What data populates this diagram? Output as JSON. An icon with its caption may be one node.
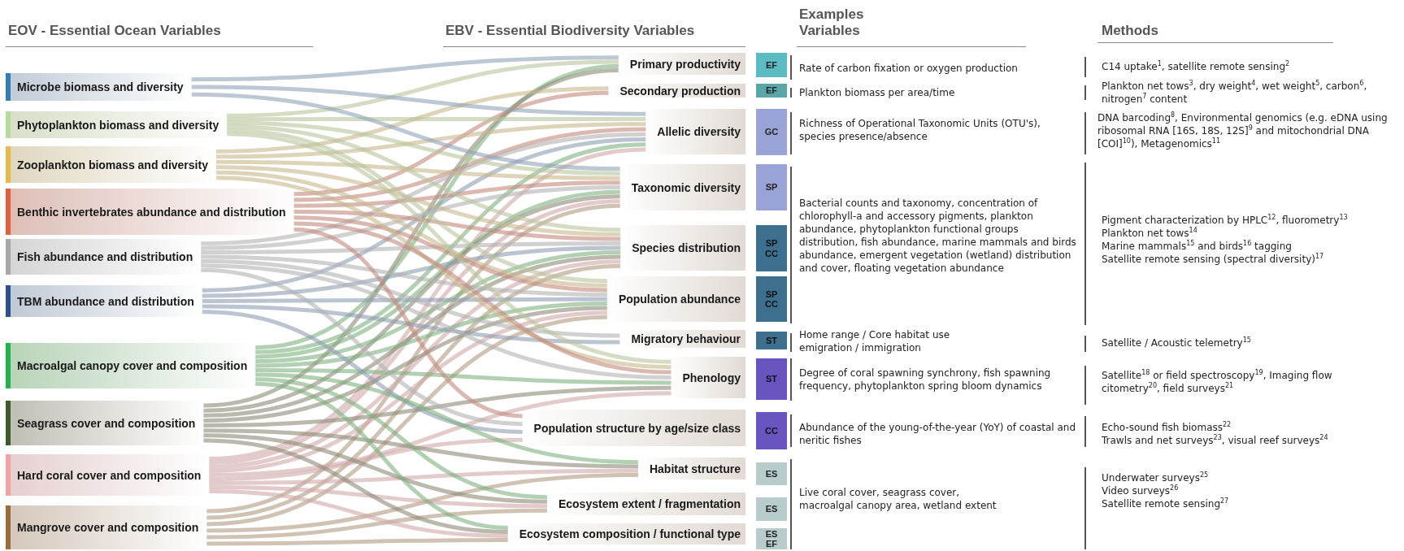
{
  "diagram": {
    "nodes": [
      {
        "text": [
          "Microbe biomass and diversity"
        ]
      },
      {
        "text": [
          "Phytoplankton biomass and diversity"
        ]
      },
      {
        "text": [
          "Zooplankton biomass and diversity"
        ]
      },
      {
        "text": [
          "Benthic invertebrates abundance and distribution"
        ]
      },
      {
        "text": [
          "Fish abundance and distribution"
        ]
      },
      {
        "text": [
          "TBM abundance and distribution"
        ]
      },
      {
        "text": [
          "Macroalgal canopy cover and composition"
        ]
      },
      {
        "text": [
          "Seagrass cover and composition"
        ]
      },
      {
        "text": [
          "Hard coral cover and composition"
        ]
      },
      {
        "text": [
          "Mangrove cover and composition"
        ]
      },
      {
        "text": [
          "Primary productivity"
        ]
      },
      {
        "text": [
          "Secondary production"
        ]
      },
      {
        "text": [
          "Allelic diversity"
        ]
      },
      {
        "text": [
          "Taxonomic diversity"
        ]
      },
      {
        "text": [
          "Species distribution"
        ]
      },
      {
        "text": [
          "Population abundance"
        ]
      },
      {
        "text": [
          "Migratory behaviour"
        ]
      },
      {
        "text": [
          "Phenology"
        ]
      },
      {
        "text": [
          "Population structure by age/size class"
        ]
      },
      {
        "text": [
          "Habitat structure"
        ]
      },
      {
        "text": [
          "Ecosystem extent / fragmentation"
        ]
      },
      {
        "text": [
          "Ecosystem composition / functional type"
        ]
      },
      {
        "text": [
          "EF"
        ]
      },
      {
        "text": [
          "EF"
        ]
      },
      {
        "text": [
          "GC"
        ]
      },
      {
        "text": [
          "SP"
        ]
      },
      {
        "text": [
          "SP CC"
        ]
      },
      {
        "text": [
          "SP CC"
        ]
      },
      {
        "text": [
          "ST"
        ]
      },
      {
        "text": [
          "ST"
        ]
      },
      {
        "text": [
          "CC"
        ]
      },
      {
        "text": [
          "ES"
        ]
      },
      {
        "text": [
          "ES"
        ]
      },
      {
        "text": [
          "ES EF"
        ]
      }
    ],
    "edges": [
      {
        "from": 0,
        "to": 10,
        "arrow": "none",
        "color": "#8fa3b5"
      },
      {
        "from": 1,
        "to": 10,
        "arrow": "none",
        "color": "#b9c49c"
      },
      {
        "from": 6,
        "to": 10,
        "arrow": "none",
        "color": "#7fb07f"
      },
      {
        "from": 7,
        "to": 10,
        "arrow": "none",
        "color": "#8e8a76"
      },
      {
        "from": 2,
        "to": 11,
        "arrow": "none",
        "color": "#c7b78c"
      },
      {
        "from": 3,
        "to": 11,
        "arrow": "none",
        "color": "#c38b7d"
      },
      {
        "from": 0,
        "to": 12,
        "arrow": "none",
        "color": "#8fa3b5"
      },
      {
        "from": 1,
        "to": 12,
        "arrow": "none",
        "color": "#b9c49c"
      },
      {
        "from": 2,
        "to": 12,
        "arrow": "none",
        "color": "#c7b78c"
      },
      {
        "from": 3,
        "to": 12,
        "arrow": "none",
        "color": "#c38b7d"
      },
      {
        "from": 4,
        "to": 12,
        "arrow": "none",
        "color": "#b3b3b3"
      },
      {
        "from": 5,
        "to": 12,
        "arrow": "none",
        "color": "#8d9db3"
      },
      {
        "from": 6,
        "to": 12,
        "arrow": "none",
        "color": "#7fb07f"
      },
      {
        "from": 8,
        "to": 12,
        "arrow": "none",
        "color": "#d1a9a9"
      },
      {
        "from": 0,
        "to": 13,
        "arrow": "none",
        "color": "#8fa3b5"
      },
      {
        "from": 1,
        "to": 13,
        "arrow": "none",
        "color": "#b9c49c"
      },
      {
        "from": 2,
        "to": 13,
        "arrow": "none",
        "color": "#c7b78c"
      },
      {
        "from": 3,
        "to": 13,
        "arrow": "none",
        "color": "#c38b7d"
      },
      {
        "from": 4,
        "to": 13,
        "arrow": "none",
        "color": "#b3b3b3"
      },
      {
        "from": 6,
        "to": 13,
        "arrow": "none",
        "color": "#7fb07f"
      },
      {
        "from": 7,
        "to": 13,
        "arrow": "none",
        "color": "#8e8a76"
      },
      {
        "from": 8,
        "to": 13,
        "arrow": "none",
        "color": "#d1a9a9"
      },
      {
        "from": 9,
        "to": 13,
        "arrow": "none",
        "color": "#b09b82"
      },
      {
        "from": 1,
        "to": 14,
        "arrow": "none",
        "color": "#b9c49c"
      },
      {
        "from": 2,
        "to": 14,
        "arrow": "none",
        "color": "#c7b78c"
      },
      {
        "from": 3,
        "to": 14,
        "arrow": "none",
        "color": "#c38b7d"
      },
      {
        "from": 4,
        "to": 14,
        "arrow": "none",
        "color": "#b3b3b3"
      },
      {
        "from": 5,
        "to": 14,
        "arrow": "none",
        "color": "#8d9db3"
      },
      {
        "from": 6,
        "to": 14,
        "arrow": "none",
        "color": "#7fb07f"
      },
      {
        "from": 7,
        "to": 14,
        "arrow": "none",
        "color": "#8e8a76"
      },
      {
        "from": 8,
        "to": 14,
        "arrow": "none",
        "color": "#d1a9a9"
      },
      {
        "from": 9,
        "to": 14,
        "arrow": "none",
        "color": "#b09b82"
      },
      {
        "from": 1,
        "to": 15,
        "arrow": "none",
        "color": "#b9c49c"
      },
      {
        "from": 2,
        "to": 15,
        "arrow": "none",
        "color": "#c7b78c"
      },
      {
        "from": 3,
        "to": 15,
        "arrow": "none",
        "color": "#c38b7d"
      },
      {
        "from": 4,
        "to": 15,
        "arrow": "none",
        "color": "#b3b3b3"
      },
      {
        "from": 5,
        "to": 15,
        "arrow": "none",
        "color": "#8d9db3"
      },
      {
        "from": 6,
        "to": 15,
        "arrow": "none",
        "color": "#7fb07f"
      },
      {
        "from": 7,
        "to": 15,
        "arrow": "none",
        "color": "#8e8a76"
      },
      {
        "from": 8,
        "to": 15,
        "arrow": "none",
        "color": "#d1a9a9"
      },
      {
        "from": 9,
        "to": 15,
        "arrow": "none",
        "color": "#b09b82"
      },
      {
        "from": 4,
        "to": 16,
        "arrow": "none",
        "color": "#b3b3b3"
      },
      {
        "from": 5,
        "to": 16,
        "arrow": "none",
        "color": "#8d9db3"
      },
      {
        "from": 1,
        "to": 17,
        "arrow": "none",
        "color": "#b9c49c"
      },
      {
        "from": 2,
        "to": 17,
        "arrow": "none",
        "color": "#c7b78c"
      },
      {
        "from": 3,
        "to": 17,
        "arrow": "none",
        "color": "#c38b7d"
      },
      {
        "from": 4,
        "to": 17,
        "arrow": "none",
        "color": "#b3b3b3"
      },
      {
        "from": 6,
        "to": 17,
        "arrow": "none",
        "color": "#7fb07f"
      },
      {
        "from": 7,
        "to": 17,
        "arrow": "none",
        "color": "#8e8a76"
      },
      {
        "from": 8,
        "to": 17,
        "arrow": "none",
        "color": "#d1a9a9"
      },
      {
        "from": 3,
        "to": 18,
        "arrow": "none",
        "color": "#c38b7d"
      },
      {
        "from": 4,
        "to": 18,
        "arrow": "none",
        "color": "#b3b3b3"
      },
      {
        "from": 5,
        "to": 18,
        "arrow": "none",
        "color": "#8d9db3"
      },
      {
        "from": 8,
        "to": 18,
        "arrow": "none",
        "color": "#d1a9a9"
      },
      {
        "from": 6,
        "to": 19,
        "arrow": "none",
        "color": "#7fb07f"
      },
      {
        "from": 7,
        "to": 19,
        "arrow": "none",
        "color": "#8e8a76"
      },
      {
        "from": 8,
        "to": 19,
        "arrow": "none",
        "color": "#d1a9a9"
      },
      {
        "from": 9,
        "to": 19,
        "arrow": "none",
        "color": "#b09b82"
      },
      {
        "from": 6,
        "to": 20,
        "arrow": "none",
        "color": "#7fb07f"
      },
      {
        "from": 7,
        "to": 20,
        "arrow": "none",
        "color": "#8e8a76"
      },
      {
        "from": 8,
        "to": 20,
        "arrow": "none",
        "color": "#d1a9a9"
      },
      {
        "from": 9,
        "to": 20,
        "arrow": "none",
        "color": "#b09b82"
      },
      {
        "from": 6,
        "to": 21,
        "arrow": "none",
        "color": "#7fb07f"
      },
      {
        "from": 7,
        "to": 21,
        "arrow": "none",
        "color": "#8e8a76"
      },
      {
        "from": 8,
        "to": 21,
        "arrow": "none",
        "color": "#d1a9a9"
      },
      {
        "from": 9,
        "to": 21,
        "arrow": "none",
        "color": "#b09b82"
      }
    ],
    "labels": [
      "EOV - Essential Ocean Variables",
      "EBV - Essential Biodiversity Variables",
      "Examples Variables",
      "Methods",
      "Rate of carbon fixation or oxygen production",
      "Plankton biomass per area/time",
      "Richness of Operational Taxonomic Units (OTU's), species presence/absence",
      "Bacterial counts and taxonomy, concentration of chlorophyll-a and accessory pigments, plankton abundance, phytoplankton functional groups distribution, fish abundance, marine mammals and birds abundance, emergent vegetation (wetland) distribution and cover, floating vegetation abundance",
      "Home range / Core habitat use emigration / immigration",
      "Degree of coral spawning synchrony, fish spawning frequency, phytoplankton spring bloom dynamics",
      "Abundance of the young-of-the-year (YoY) of coastal and neritic fishes",
      "Live coral cover, seagrass cover, macroalgal canopy area, wetland extent",
      "C14 uptake$^{1}$, satellite remote sensing$^{2}$",
      "Plankton net tows$^{3}$, dry weight$^{4}$, wet weight$^{5}$, carbon$^{6}$, nitrogen$^{7}$ content",
      "DNA barcoding$^{8}$, Environmental genomics (e.g. eDNA using ribosomal RNA [16S, 18S, 12S]$^{9}$ and mitochondrial DNA [COI]$^{10}$), Metagenomics$^{11}$",
      "Pigment characterization by HPLC$^{12}$, fluorometry$^{13}$",
      "Plankton net tows$^{14}$",
      "Marine mammals$^{15}$ and birds$^{16}$ tagging",
      "Satellite remote sensing (spectral diversity)$^{17}$",
      "Satellite / Acoustic telemetry$^{15}$",
      "Satellite$^{18}$ or field spectroscopy$^{19}$, Imaging flow citometry$^{20}$, field surveys$^{21}$",
      "Echo-sound fish biomass$^{22}$",
      "Trawls and net surveys$^{23}$, visual reef surveys$^{24}$",
      "Underwater surveys$^{25}$",
      "Video surveys$^{26}$",
      "Satellite remote sensing$^{27}$"
    ]
  }
}
